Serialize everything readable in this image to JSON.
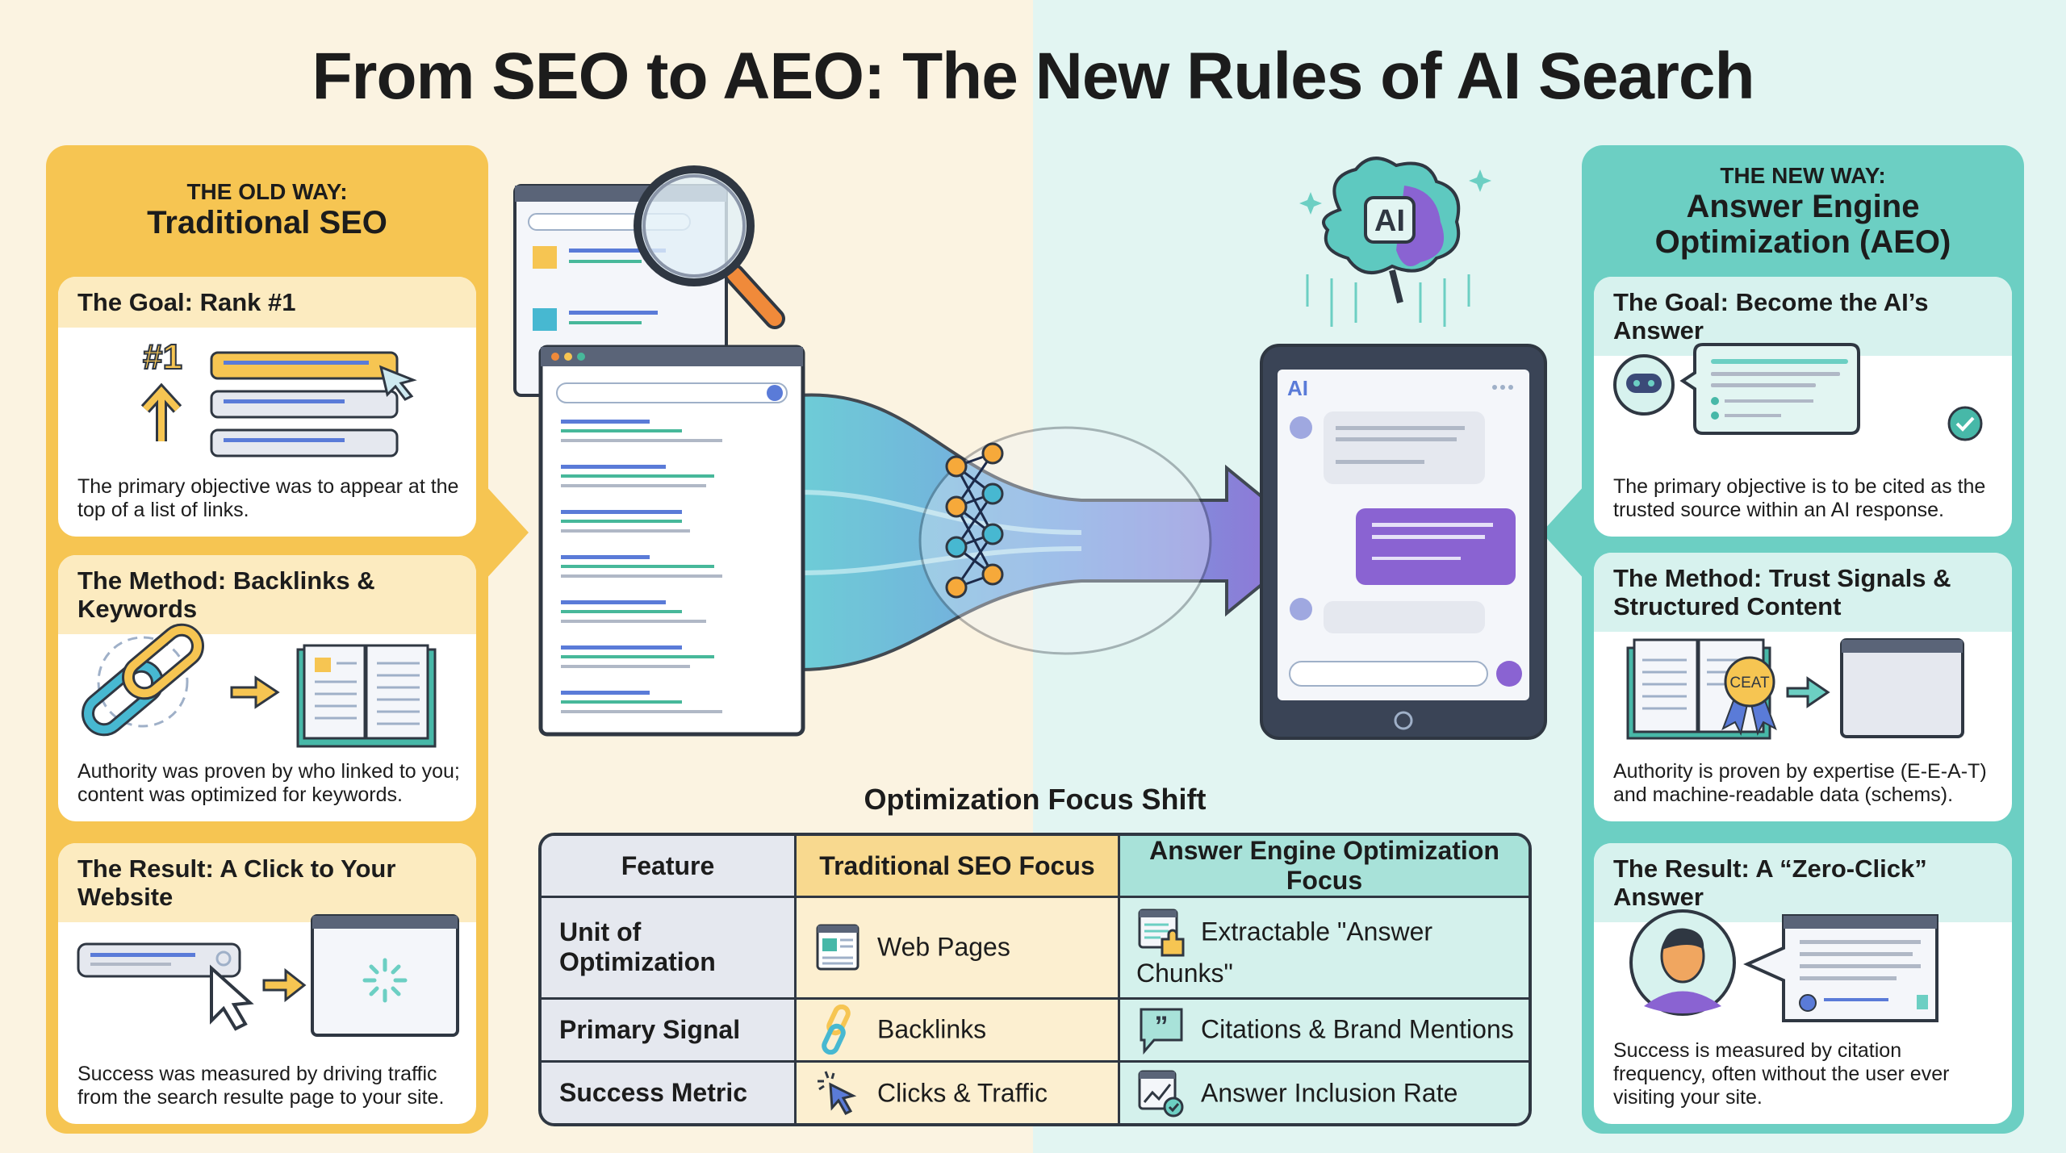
{
  "title": "From SEO to AEO: The New Rules of AI Search",
  "old_way": {
    "kicker": "THE OLD WAY:",
    "title": "Traditional SEO",
    "cards": [
      {
        "heading": "The Goal: Rank #1",
        "badge": "#1",
        "description": "The primary objective was to appear at the top of a list of links."
      },
      {
        "heading": "The Method: Backlinks & Keywords",
        "description": "Authority was proven by who linked to you; content was optimized for keywords."
      },
      {
        "heading": "The Result: A Click to Your Website",
        "description": "Success was measured by driving traffic from the search resulte page to your site."
      }
    ]
  },
  "new_way": {
    "kicker": "THE NEW WAY:",
    "title": "Answer Engine Optimization (AEO)",
    "cards": [
      {
        "heading": "The Goal: Become the AI’s Answer",
        "description": "The primary objective is to be cited as the trusted source within an AI response."
      },
      {
        "heading": "The Method: Trust Signals & Structured Content",
        "badge": "CEAT",
        "description": "Authority is proven by expertise (E-E-A-T) and machine-readable data (schems)."
      },
      {
        "heading": "The Result: A “Zero-Click” Answer",
        "description": "Success is measured by citation frequency, often without the user ever visiting your site."
      }
    ]
  },
  "illustration": {
    "brain_label": "AI",
    "tablet_label": "AI"
  },
  "table": {
    "title": "Optimization Focus Shift",
    "headers": [
      "Feature",
      "Traditional SEO Focus",
      "Answer Engine Optimization Focus"
    ],
    "rows": [
      {
        "feature": "Unit of Optimization",
        "seo": "Web Pages",
        "seo_icon": "web-page-icon",
        "aeo": "Extractable \"Answer Chunks\"",
        "aeo_icon": "puzzle-page-icon"
      },
      {
        "feature": "Primary Signal",
        "seo": "Backlinks",
        "seo_icon": "chain-link-icon",
        "aeo": "Citations & Brand Mentions",
        "aeo_icon": "quote-bubble-icon"
      },
      {
        "feature": "Success Metric",
        "seo": "Clicks & Traffic",
        "seo_icon": "cursor-click-icon",
        "aeo": "Answer Inclusion Rate",
        "aeo_icon": "chart-check-icon"
      }
    ]
  },
  "colors": {
    "old_accent": "#f6c552",
    "new_accent": "#6ccfc3",
    "dark": "#2f3742",
    "purple": "#8a63d2",
    "blue": "#5a7bd8"
  }
}
